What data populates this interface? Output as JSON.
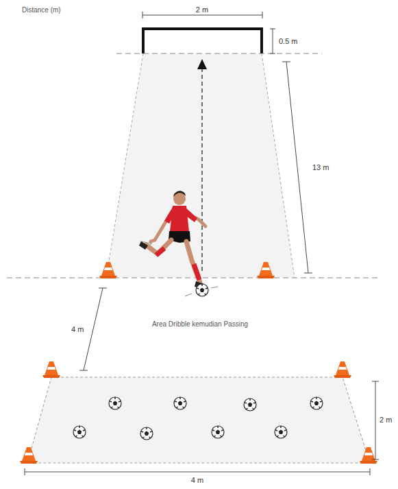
{
  "diagram": {
    "labels": [
      "Distance (m)",
      "2 m",
      "0.5 m",
      "13 m",
      "4 m",
      "Area Dribble kemudian Passing",
      "2 m",
      "4 m"
    ]
  }
}
